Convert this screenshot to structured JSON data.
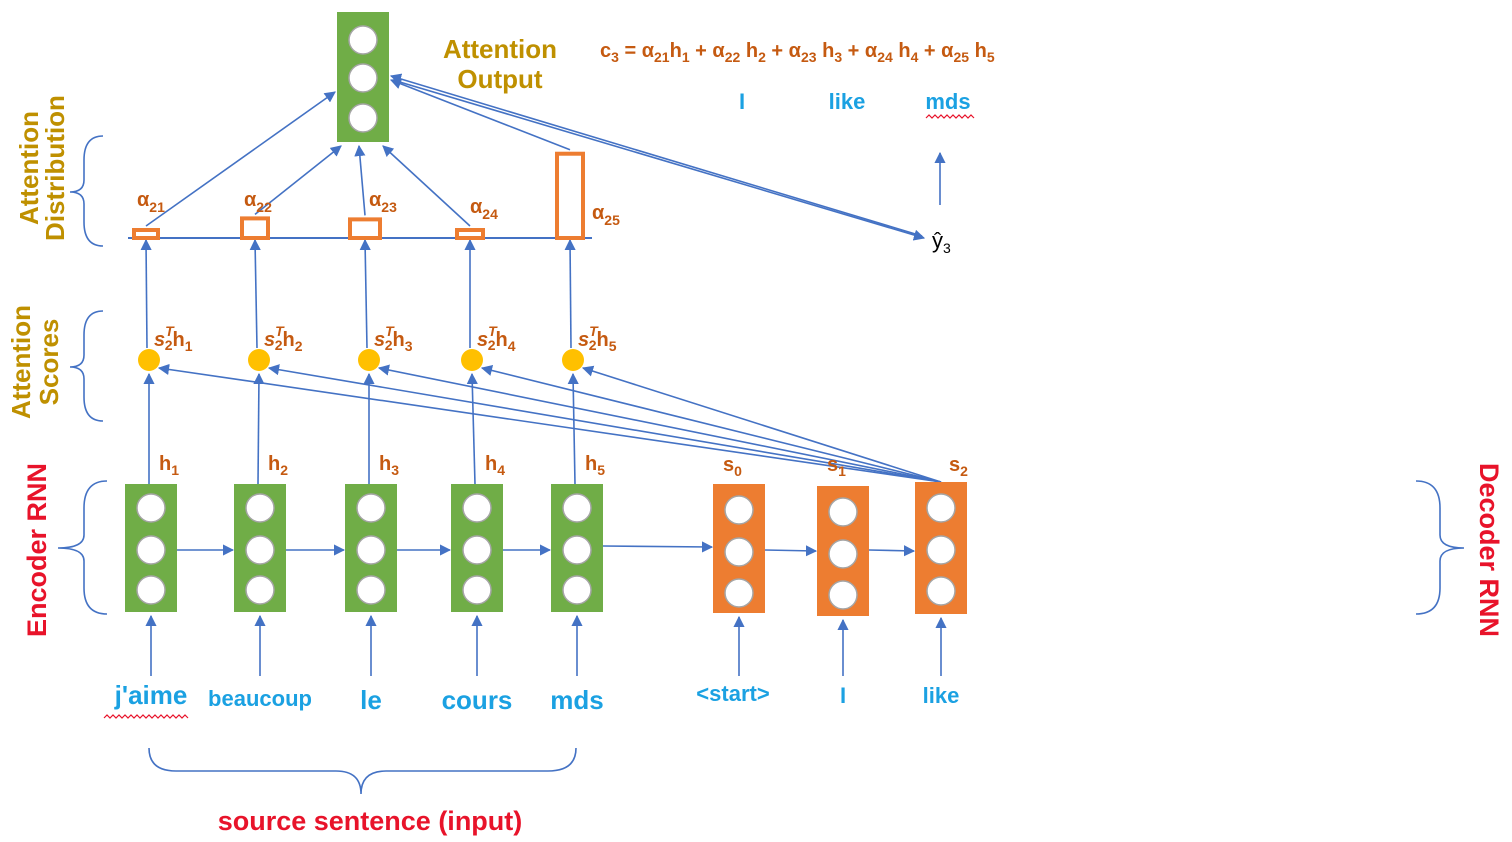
{
  "labels": {
    "attention_output": [
      "Attention",
      "Output"
    ],
    "attention_distribution": [
      "Attention",
      "Distribution"
    ],
    "attention_scores": [
      "Attention",
      "Scores"
    ],
    "encoder_rnn": "Encoder RNN",
    "decoder_rnn": "Decoder RNN",
    "source_sentence": "source sentence (input)"
  },
  "equation": {
    "lhs": "c",
    "lhs_sub": "3",
    "terms": [
      {
        "coef": "α",
        "coef_sub": "21",
        "vec": "h",
        "vec_sub": "1"
      },
      {
        "coef": "α",
        "coef_sub": "22",
        "vec": "h",
        "vec_sub": "2"
      },
      {
        "coef": "α",
        "coef_sub": "23",
        "vec": "h",
        "vec_sub": "3"
      },
      {
        "coef": "α",
        "coef_sub": "24",
        "vec": "h",
        "vec_sub": "4"
      },
      {
        "coef": "α",
        "coef_sub": "25",
        "vec": "h",
        "vec_sub": "5"
      }
    ]
  },
  "output_words": [
    "I",
    "like",
    "mds"
  ],
  "y_hat": {
    "symbol": "ŷ",
    "sub": "3"
  },
  "encoder": {
    "inputs": [
      "j'aime",
      "beaucoup",
      "le",
      "cours",
      "mds"
    ],
    "hidden": [
      {
        "base": "h",
        "sub": "1"
      },
      {
        "base": "h",
        "sub": "2"
      },
      {
        "base": "h",
        "sub": "3"
      },
      {
        "base": "h",
        "sub": "4"
      },
      {
        "base": "h",
        "sub": "5"
      }
    ]
  },
  "decoder": {
    "inputs": [
      "<start>",
      "I",
      "like"
    ],
    "hidden": [
      {
        "base": "s",
        "sub": "0"
      },
      {
        "base": "s",
        "sub": "1"
      },
      {
        "base": "s",
        "sub": "2"
      }
    ]
  },
  "scores": [
    {
      "s": "s",
      "sup": "T",
      "sub": "2",
      "h": "h",
      "h_sub": "1"
    },
    {
      "s": "s",
      "sup": "T",
      "sub": "2",
      "h": "h",
      "h_sub": "2"
    },
    {
      "s": "s",
      "sup": "T",
      "sub": "2",
      "h": "h",
      "h_sub": "3"
    },
    {
      "s": "s",
      "sup": "T",
      "sub": "2",
      "h": "h",
      "h_sub": "4"
    },
    {
      "s": "s",
      "sup": "T",
      "sub": "2",
      "h": "h",
      "h_sub": "5"
    }
  ],
  "attention_weights": [
    {
      "symbol": "α",
      "sub": "21",
      "value": 0.06
    },
    {
      "symbol": "α",
      "sub": "22",
      "value": 0.2
    },
    {
      "symbol": "α",
      "sub": "23",
      "value": 0.19
    },
    {
      "symbol": "α",
      "sub": "24",
      "value": 0.08
    },
    {
      "symbol": "α",
      "sub": "25",
      "value": 0.86
    }
  ],
  "colors": {
    "encoder": "#70ad47",
    "decoder": "#ed7d31",
    "arrow": "#4472c4",
    "score": "#ffc000",
    "label_orange": "#c55a11",
    "label_gold": "#bf9000",
    "label_red": "#e8132a",
    "word_blue": "#1ba1e2"
  }
}
